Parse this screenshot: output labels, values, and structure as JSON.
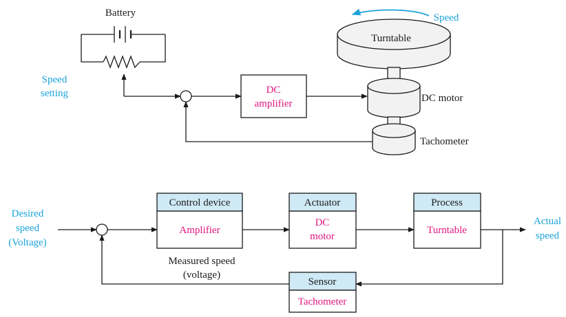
{
  "colors": {
    "line": "#1a1a1a",
    "label_blue": "#1aa3d9",
    "label_magenta": "#e0157f",
    "box_header_fill": "#cfe9f5",
    "device_fill": "#f2f2f2"
  },
  "top_diagram": {
    "battery_label": "Battery",
    "speed_label": "Speed",
    "speed_setting_line1": "Speed",
    "speed_setting_line2": "setting",
    "turntable_label": "Turntable",
    "amplifier_line1": "DC",
    "amplifier_line2": "amplifier",
    "dc_motor_label": "DC motor",
    "tachometer_label": "Tachometer"
  },
  "block_diagram": {
    "input_line1": "Desired",
    "input_line2": "speed",
    "input_line3": "(Voltage)",
    "output_line1": "Actual",
    "output_line2": "speed",
    "feedback_line1": "Measured speed",
    "feedback_line2": "(voltage)",
    "blocks": [
      {
        "header": "Control device",
        "body_line1": "Amplifier",
        "body_line2": ""
      },
      {
        "header": "Actuator",
        "body_line1": "DC",
        "body_line2": "motor"
      },
      {
        "header": "Process",
        "body_line1": "Turntable",
        "body_line2": ""
      },
      {
        "header": "Sensor",
        "body_line1": "Tachometer",
        "body_line2": ""
      }
    ]
  }
}
